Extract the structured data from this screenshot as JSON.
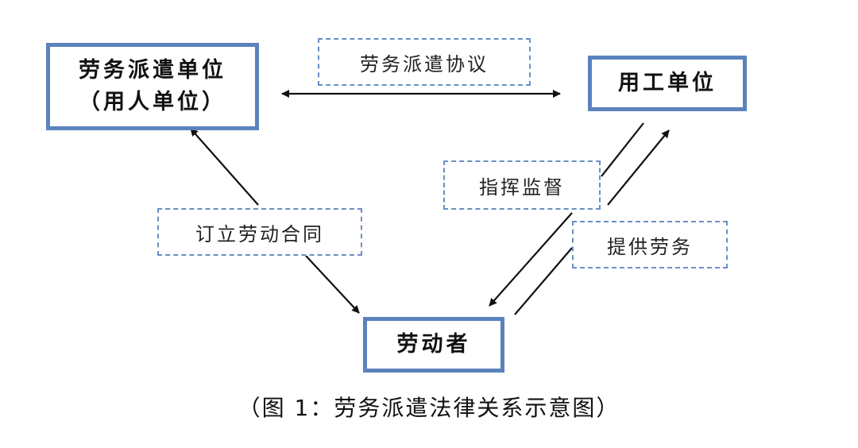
{
  "nodes": {
    "dispatch_unit": {
      "line1": "劳务派遣单位",
      "line2": "（用人单位）"
    },
    "employer": {
      "label": "用工单位"
    },
    "worker": {
      "label": "劳动者"
    }
  },
  "edge_labels": {
    "dispatch_agreement": "劳务派遣协议",
    "labor_contract": "订立劳动合同",
    "direction_supervision": "指挥监督",
    "provide_labor": "提供劳务"
  },
  "caption": "（图 1：劳务派遣法律关系示意图）",
  "colors": {
    "node_border": "#5b82bd",
    "label_border": "#6a90c4",
    "arrow": "#111111"
  }
}
